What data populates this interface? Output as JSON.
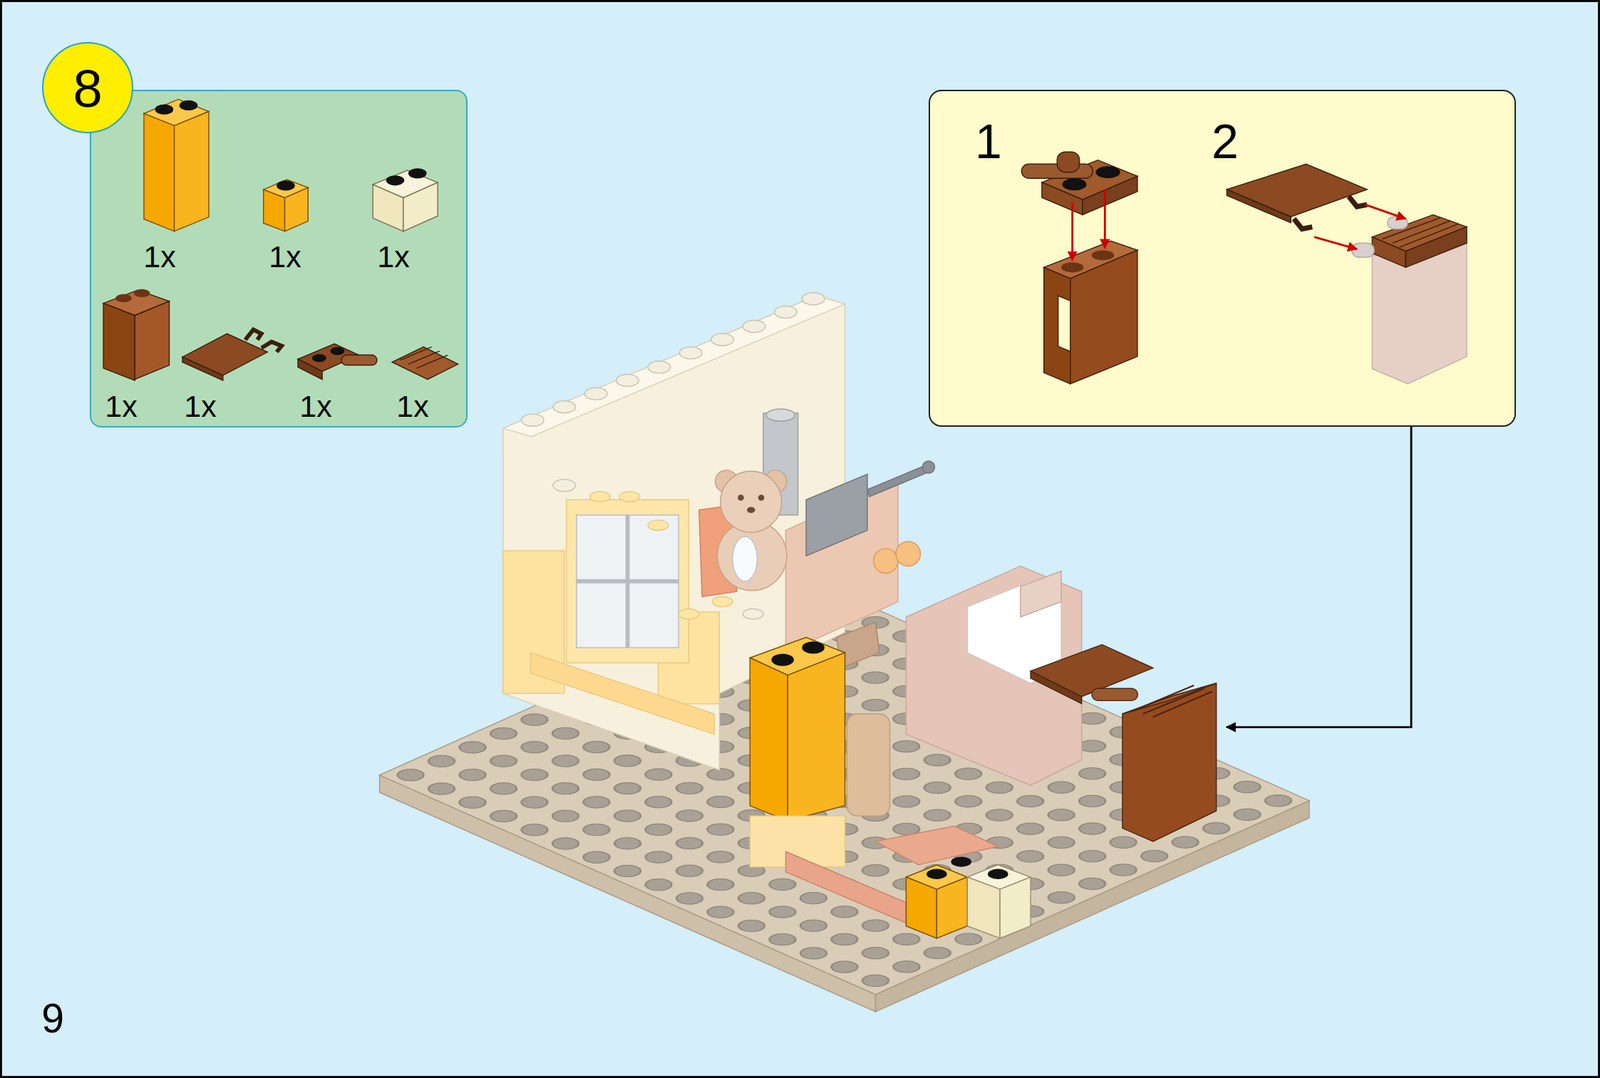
{
  "diagram": {
    "nodes": [
      {
        "text": [
          "8"
        ]
      },
      {
        "text": [
          "1x",
          "1x",
          "1x",
          "1x",
          "1x",
          "1x",
          "1x"
        ]
      },
      {
        "text": [
          "1",
          "2"
        ]
      }
    ],
    "labels": [
      "9"
    ]
  }
}
